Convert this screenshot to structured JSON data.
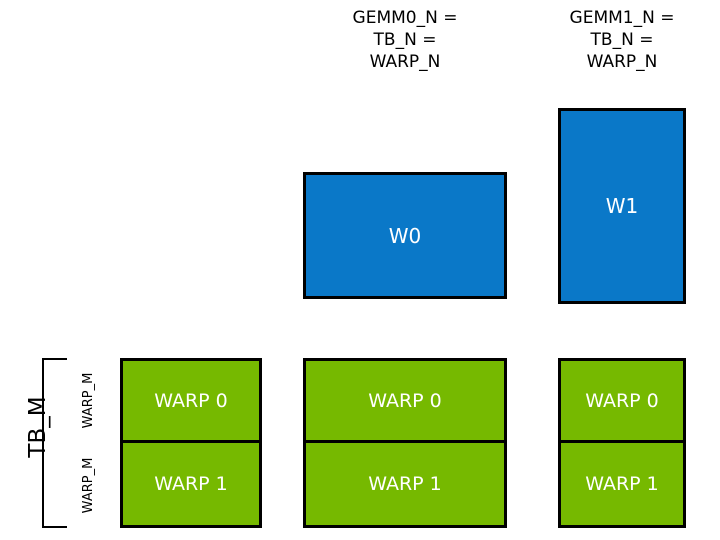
{
  "diagram": {
    "title_hidden": "",
    "columns": [
      {
        "id": "tb-column",
        "caption": "",
        "warp_rows": [
          "WARP 0",
          "WARP 1"
        ]
      },
      {
        "id": "gemm0-column",
        "caption": "GEMM0_N =\nTB_N =\nWARP_N",
        "warp_tile_label": "W0",
        "warp_rows": [
          "WARP 0",
          "WARP 1"
        ]
      },
      {
        "id": "gemm1-column",
        "caption": "GEMM1_N =\nTB_N =\nWARP_N",
        "warp_tile_label": "W1",
        "warp_rows": [
          "WARP 0",
          "WARP 1"
        ]
      }
    ],
    "left_axis": {
      "tb_m_label": "TB_M",
      "warp_m_labels": [
        "WARP_M",
        "WARP_M"
      ]
    },
    "colors": {
      "warp_green": "#76B900",
      "tile_blue": "#0A78C8",
      "outline": "#000000",
      "text_on_fill": "#FFFFFF",
      "text_plain": "#000000",
      "background": "#FFFFFF"
    }
  }
}
